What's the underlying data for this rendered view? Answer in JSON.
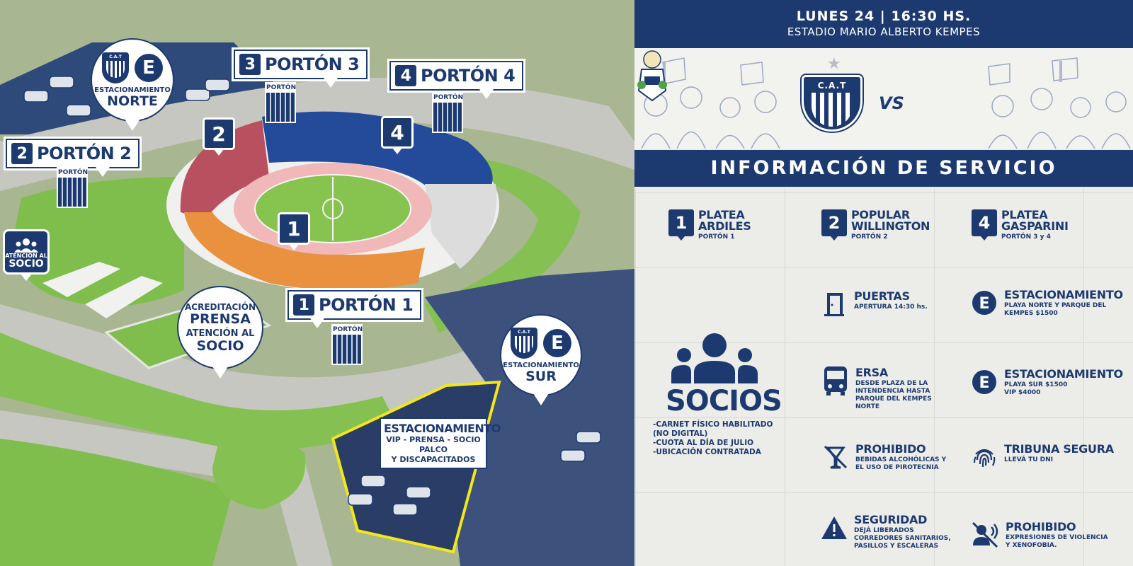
{
  "map": {
    "gates": {
      "g1": {
        "number": "1",
        "label": "PORTÓN 1"
      },
      "g2": {
        "number": "2",
        "label": "PORTÓN 2"
      },
      "g3": {
        "number": "3",
        "label": "PORTÓN 3"
      },
      "g4": {
        "number": "4",
        "label": "PORTÓN 4"
      }
    },
    "porton_sign_text": "PORTÓN",
    "sector_pins": [
      "2",
      "4",
      "1"
    ],
    "parking_north": {
      "crest": "C.A.T",
      "letter": "E",
      "line1": "ESTACIONAMIENTO",
      "line2": "NORTE"
    },
    "parking_south": {
      "crest": "C.A.T",
      "letter": "E",
      "line1": "ESTACIONAMIENTO",
      "line2": "SUR"
    },
    "press": {
      "line1": "ACREDITACIÓN",
      "line2": "PRENSA",
      "line3": "ATENCIÓN AL",
      "line4": "SOCIO"
    },
    "socio_sign": {
      "line1": "ATENCIÓN AL",
      "line2": "SOCIO"
    },
    "vip_parking": {
      "title": "ESTACIONAMIENTO",
      "line1": "VIP - PRENSA - SOCIO PALCO",
      "line2": "Y DISCAPACITADOS"
    }
  },
  "header": {
    "date": "LUNES 24 | 16:30 HS.",
    "venue": "ESTADIO MARIO ALBERTO KEMPES"
  },
  "match": {
    "home_crest": "C.A.T",
    "vs": "VS"
  },
  "section_title": "INFORMACIÓN DE SERVICIO",
  "sectors": [
    {
      "number": "1",
      "name1": "PLATEA",
      "name2": "ARDILES",
      "sub": "PORTÓN 1"
    },
    {
      "number": "2",
      "name1": "POPULAR",
      "name2": "WILLINGTON",
      "sub": "PORTÓN 2"
    },
    {
      "number": "4",
      "name1": "PLATEA",
      "name2": "GASPARINI",
      "sub": "PORTÓN 3 y 4"
    }
  ],
  "socios": {
    "title": "SOCIOS",
    "bullets": [
      "-CARNET FÍSICO HABILITADO",
      "(NO DIGITAL)",
      "-CUOTA AL DÍA DE JULIO",
      "-UBICACIÓN CONTRATADA"
    ]
  },
  "items": {
    "puertas": {
      "title": "PUERTAS",
      "desc": "APERTURA 14:30 hs.",
      "icon": "door-icon"
    },
    "est_norte": {
      "title": "ESTACIONAMIENTO",
      "desc1": "PLAYA NORTE Y PARQUE DEL",
      "desc2": "KEMPES $1500",
      "icon": "parking-e-icon"
    },
    "ersa": {
      "title": "ERSA",
      "desc1": "DESDE PLAZA DE LA",
      "desc2": "INTENDENCIA HASTA",
      "desc3": "PARQUE DEL KEMPES",
      "desc4": "NORTE",
      "icon": "bus-icon"
    },
    "est_sur": {
      "title": "ESTACIONAMIENTO",
      "desc1": "PLAYA SUR $1500",
      "desc2": "VIP $4000",
      "icon": "parking-e-icon"
    },
    "prohibido_alcohol": {
      "title": "PROHIBIDO",
      "desc1": "BEBIDAS ALCOHÓLICAS Y",
      "desc2": "EL USO DE PIROTECNIA",
      "icon": "no-drinks-icon"
    },
    "tribuna": {
      "title": "TRIBUNA SEGURA",
      "desc": "LLEVÁ TU DNI",
      "icon": "fingerprint-icon"
    },
    "seguridad": {
      "title": "SEGURIDAD",
      "desc1": "DEJÁ LIBERADOS",
      "desc2": "CORREDORES SANITARIOS,",
      "desc3": "PASILLOS Y ESCALERAS",
      "icon": "warning-icon"
    },
    "prohibido_violencia": {
      "title": "PROHIBIDO",
      "desc1": "EXPRESIONES DE VIOLENCIA",
      "desc2": "Y XENOFOBIA.",
      "icon": "no-speech-icon"
    }
  },
  "colors": {
    "navy": "#1d3a70",
    "field_green": "#8fc45a",
    "orange": "#e9913f",
    "red": "#b9505f",
    "blue_stand": "#244a9a",
    "yellow_outline": "#f2e61c"
  }
}
